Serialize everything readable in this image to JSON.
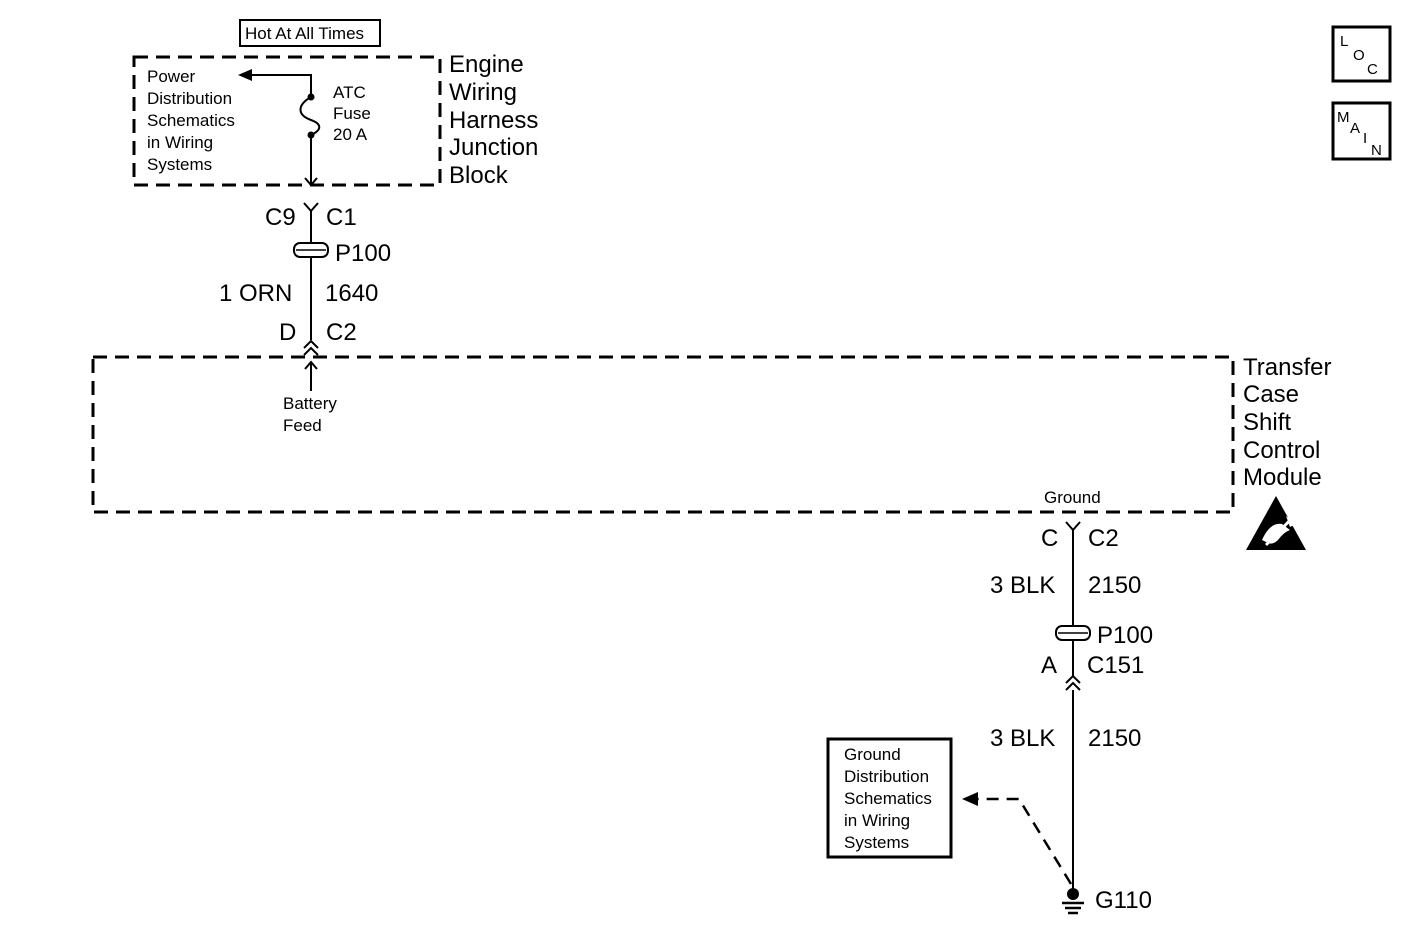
{
  "nav": {
    "loc": {
      "l1": "L",
      "l2": "O",
      "l3": "C"
    },
    "main": {
      "l1": "M",
      "l2": "A",
      "l3": "I",
      "l4": "N"
    }
  },
  "top_box": {
    "label": "Hot At All Times"
  },
  "power_ref": {
    "lines": [
      "Power",
      "Distribution",
      "Schematics",
      "in Wiring",
      "Systems"
    ]
  },
  "fuse": {
    "lines": [
      "ATC",
      "Fuse",
      "20 A"
    ]
  },
  "engine_block": {
    "lines": [
      "Engine",
      "Wiring",
      "Harness",
      "Junction",
      "Block"
    ]
  },
  "upper_circuit": {
    "conn_left": "C9",
    "conn_right": "C1",
    "splice": "P100",
    "wire_color": "1 ORN",
    "circuit_num": "1640",
    "pin": "D",
    "conn2": "C2",
    "feed_lines": [
      "Battery",
      "Feed"
    ]
  },
  "module": {
    "lines": [
      "Transfer",
      "Case",
      "Shift",
      "Control",
      "Module"
    ],
    "ground_label": "Ground"
  },
  "lower_circuit": {
    "pin": "C",
    "conn": "C2",
    "wire_color_1": "3 BLK",
    "circuit_num_1": "2150",
    "splice": "P100",
    "pin2": "A",
    "conn2": "C151",
    "wire_color_2": "3 BLK",
    "circuit_num_2": "2150",
    "ground": "G110"
  },
  "ground_ref": {
    "lines": [
      "Ground",
      "Distribution",
      "Schematics",
      "in Wiring",
      "Systems"
    ]
  },
  "icons": {
    "esd": "esd-warning-icon"
  }
}
